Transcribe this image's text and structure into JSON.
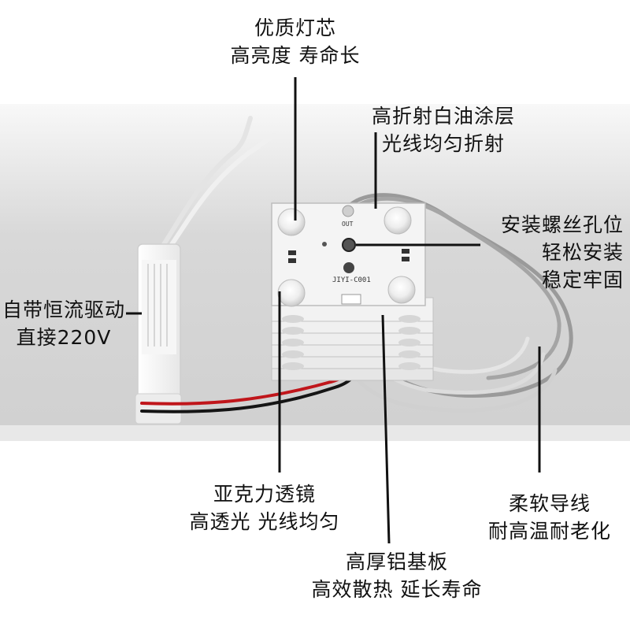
{
  "callouts": {
    "chip": {
      "line1": "优质灯芯",
      "line2": "高亮度 寿命长"
    },
    "coating": {
      "line1": "高折射白油涂层",
      "line2": "光线均匀折射"
    },
    "screw": {
      "line1": "安装螺丝孔位",
      "line2": "轻松安装",
      "line3": "稳定牢固"
    },
    "driver": {
      "line1": "自带恒流驱动",
      "line2": "直接220V"
    },
    "lens": {
      "line1": "亚克力透镜",
      "line2": "高透光 光线均匀"
    },
    "wire": {
      "line1": "柔软导线",
      "line2": "耐高温耐老化"
    },
    "board": {
      "line1": "高厚铝基板",
      "line2": "高效散热 延长寿命"
    }
  },
  "pcb_marks": {
    "out": "OUT",
    "model": "JIYI-C001"
  },
  "colors": {
    "backdrop": "#d7d7d7",
    "board": "#f4f4f4",
    "wire_gray": "#9a9a9a",
    "wire_red": "#c0161b",
    "wire_black": "#151515"
  }
}
